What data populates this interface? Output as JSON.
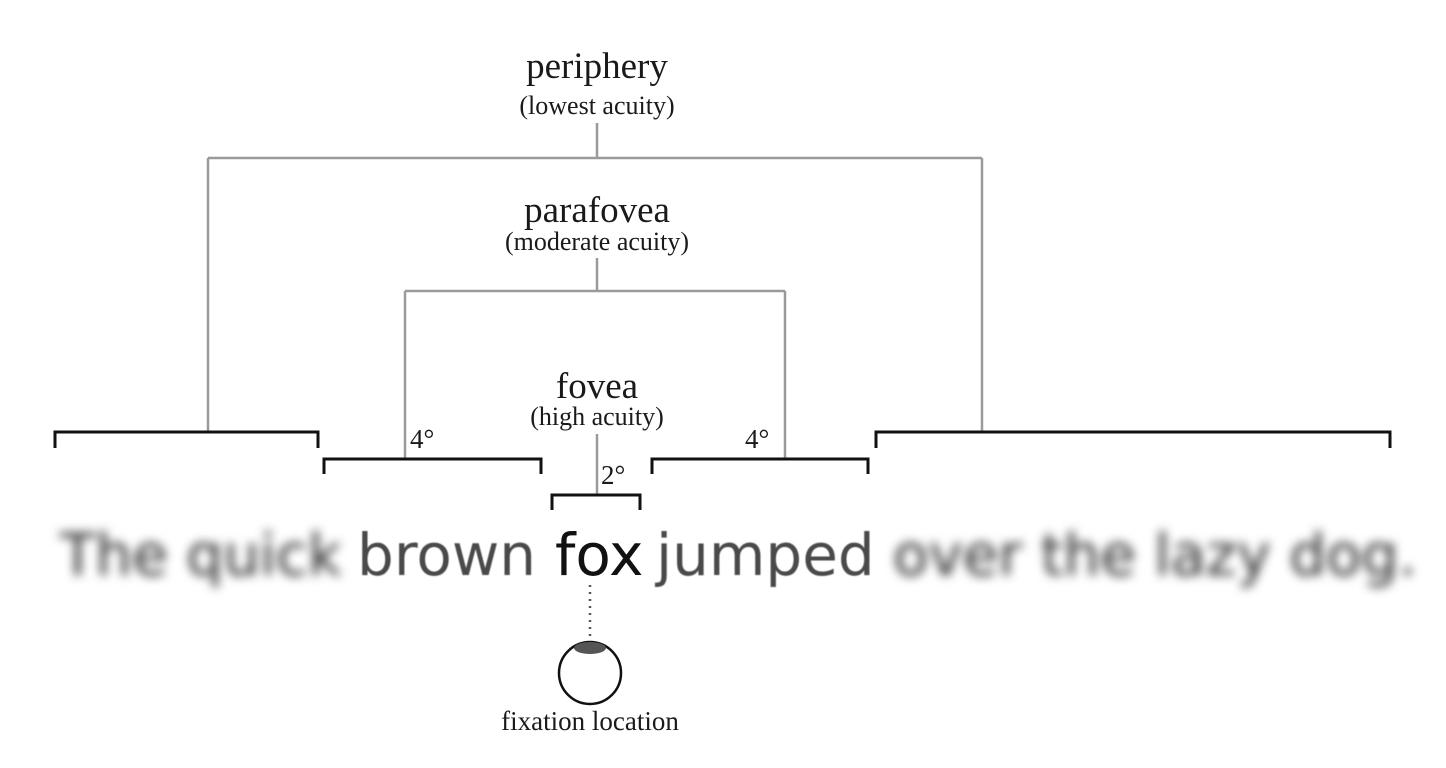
{
  "regions": {
    "periphery": {
      "name": "periphery",
      "acuity": "(lowest acuity)"
    },
    "parafovea": {
      "name": "parafovea",
      "acuity": "(moderate acuity)"
    },
    "fovea": {
      "name": "fovea",
      "acuity": "(high acuity)"
    }
  },
  "angles": {
    "left_parafovea": "4°",
    "right_parafovea": "4°",
    "fovea": "2°"
  },
  "sentence": {
    "left_far": "The quick",
    "left_near": "brown",
    "fixated": "fox",
    "right_near": "jumped",
    "right_far": "over the lazy dog."
  },
  "eye": {
    "label": "fixation location"
  },
  "colors": {
    "connector": "#9a9a9a",
    "bracket": "#111111",
    "text": "#1a1a1a",
    "eye_pupil": "#555555"
  }
}
